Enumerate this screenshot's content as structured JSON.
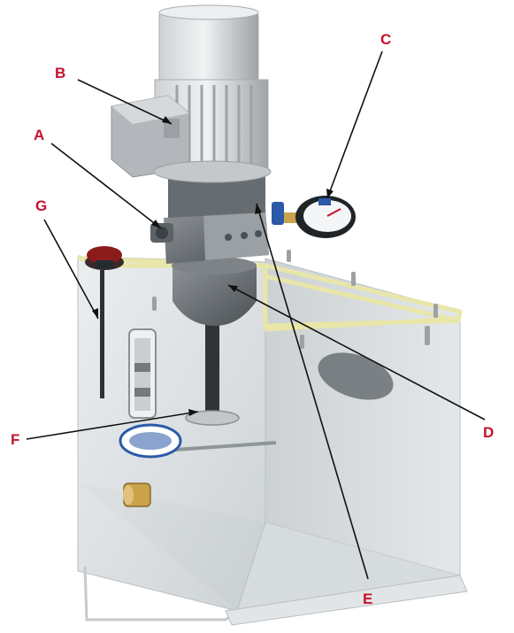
{
  "colors": {
    "callout_text": "#c8102e",
    "leader_line": "#111111",
    "motor_white": "#e4e6e8",
    "motor_shadow": "#a9adb1",
    "pump_grey": "#6e7478",
    "pump_dark": "#3b4145",
    "tank_glass": "#d6dadc",
    "tank_edge": "#b9bfc2",
    "rim_yellow": "#e8e6a8",
    "gauge_blue": "#2a5aa8",
    "cap_red": "#8c1c1c",
    "brass": "#c9a24a"
  },
  "icons": {
    "motor": "electric-motor-icon",
    "gauge": "pressure-gauge-icon",
    "filler": "filler-breather-cap-icon"
  },
  "callouts": [
    {
      "id": "A",
      "label": "A"
    },
    {
      "id": "B",
      "label": "B"
    },
    {
      "id": "C",
      "label": "C"
    },
    {
      "id": "D",
      "label": "D"
    },
    {
      "id": "E",
      "label": "E"
    },
    {
      "id": "F",
      "label": "F"
    },
    {
      "id": "G",
      "label": "G"
    }
  ]
}
